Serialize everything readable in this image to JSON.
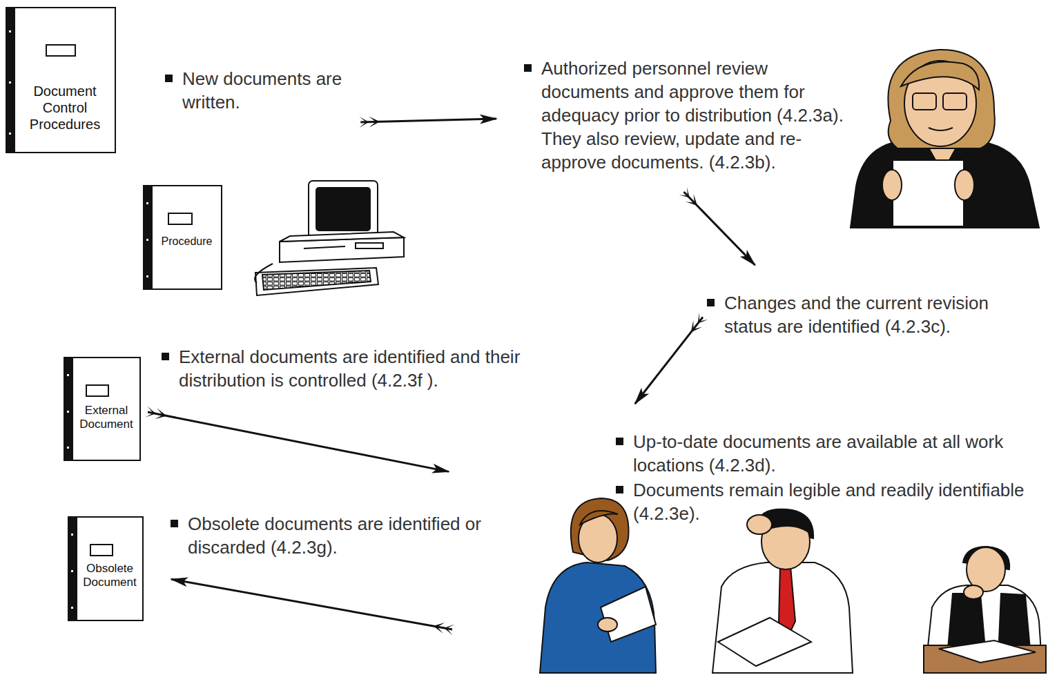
{
  "diagram": {
    "nodes": [
      {
        "text": [
          "Document Control Procedures"
        ]
      },
      {
        "text": [
          "New documents are written."
        ]
      },
      {
        "text": [
          "Authorized personnel review documents and approve them for adequacy prior to distribution (4.2.3a). They also review, update and re-approve documents. (4.2.3b)."
        ]
      },
      {
        "text": [
          "Procedure"
        ]
      },
      {
        "text": [
          "Changes and the current revision status are identified (4.2.3c)."
        ]
      },
      {
        "text": [
          "External documents are identified and their distribution is controlled (4.2.3f )."
        ]
      },
      {
        "text": [
          "External Document"
        ]
      },
      {
        "text": [
          "Up-to-date documents are available at all work locations (4.2.3d).",
          "Documents remain legible and readily identifiable (4.2.3e)."
        ]
      },
      {
        "text": [
          "Obsolete documents are identified or discarded (4.2.3g)."
        ]
      },
      {
        "text": [
          "Obsolete Document"
        ]
      }
    ],
    "edges": [
      {
        "from": 1,
        "to": 2,
        "arrow": "to"
      },
      {
        "from": 2,
        "to": 4,
        "arrow": "to"
      },
      {
        "from": 4,
        "to": 7,
        "arrow": "to"
      },
      {
        "from": 6,
        "to": 7,
        "arrow": "to"
      },
      {
        "from": 7,
        "to": 9,
        "arrow": "to"
      }
    ]
  }
}
